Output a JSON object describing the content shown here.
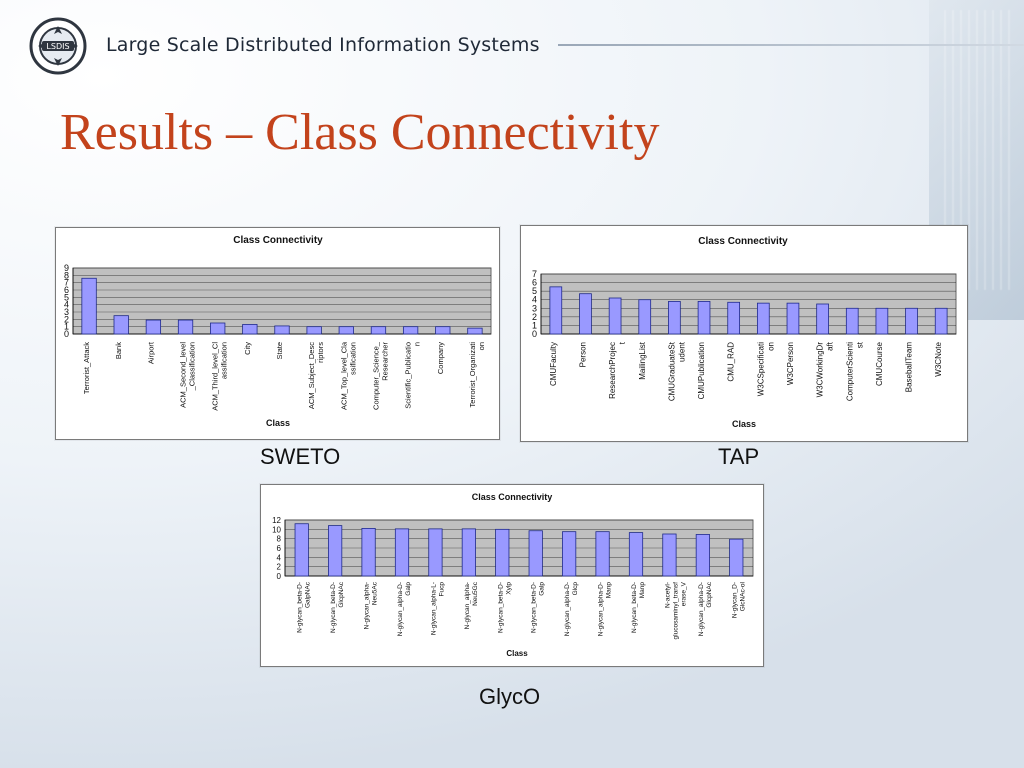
{
  "header": {
    "brand_title": "Large Scale Distributed Information Systems",
    "logo_text": "LSDIS"
  },
  "page_title": "Results – Class Connectivity",
  "captions": {
    "sweto": "SWETO",
    "tap": "TAP",
    "glyco": "GlycO"
  },
  "chart_data": [
    {
      "id": "sweto",
      "type": "bar",
      "title": "Class Connectivity",
      "xlabel": "Class",
      "ylabel": "",
      "ylim": [
        0,
        9
      ],
      "yticks": [
        0,
        1,
        2,
        3,
        4,
        5,
        6,
        7,
        8,
        9
      ],
      "categories_lines": [
        [
          "Terrorist_Attack"
        ],
        [
          "Bank"
        ],
        [
          "Airport"
        ],
        [
          "ACM_Second_level",
          "_Classification"
        ],
        [
          "ACM_Third_level_Cl",
          "assification"
        ],
        [
          "City"
        ],
        [
          "State"
        ],
        [
          "ACM_Subject_Desc",
          "riptors"
        ],
        [
          "ACM_Top_level_Cla",
          "ssification"
        ],
        [
          "Computer_Science_",
          "Researcher"
        ],
        [
          "Scientific_Publicatio",
          "n"
        ],
        [
          "Company"
        ],
        [
          "Terrorist_Organizati",
          "on"
        ]
      ],
      "values": [
        7.6,
        2.5,
        1.9,
        1.9,
        1.5,
        1.3,
        1.1,
        1.0,
        1.0,
        1.0,
        1.0,
        1.0,
        0.8
      ],
      "bar_color": "#9999ff",
      "plot_bg": "#c0c0c0"
    },
    {
      "id": "tap",
      "type": "bar",
      "title": "Class Connectivity",
      "xlabel": "Class",
      "ylabel": "",
      "ylim": [
        0,
        7
      ],
      "yticks": [
        0,
        1,
        2,
        3,
        4,
        5,
        6,
        7
      ],
      "categories_lines": [
        [
          "CMUFaculty"
        ],
        [
          "Person"
        ],
        [
          "ResearchProjec",
          "t"
        ],
        [
          "MailingList"
        ],
        [
          "CMUGraduateSt",
          "udent"
        ],
        [
          "CMUPublication"
        ],
        [
          "CMU_RAD"
        ],
        [
          "W3CSpecificati",
          "on"
        ],
        [
          "W3CPerson"
        ],
        [
          "W3CWorkingDr",
          "aft"
        ],
        [
          "ComputerScienti",
          "st"
        ],
        [
          "CMUCourse"
        ],
        [
          "BaseballTeam"
        ],
        [
          "W3CNote"
        ]
      ],
      "values": [
        5.5,
        4.7,
        4.2,
        4.0,
        3.8,
        3.8,
        3.7,
        3.6,
        3.6,
        3.5,
        3.0,
        3.0,
        3.0,
        3.0
      ],
      "bar_color": "#9999ff",
      "plot_bg": "#c0c0c0"
    },
    {
      "id": "glyco",
      "type": "bar",
      "title": "Class Connectivity",
      "xlabel": "Class",
      "ylabel": "",
      "ylim": [
        0,
        12
      ],
      "yticks": [
        0,
        2,
        4,
        6,
        8,
        10,
        12
      ],
      "categories_lines": [
        [
          "N-glycan_beta-D-",
          "GalpNAc"
        ],
        [
          "N-glycan_beta-D-",
          "GlcpNAc"
        ],
        [
          "N-glycan_alpha-",
          "Neu5Ac"
        ],
        [
          "N-glycan_alpha-D-",
          "Galp"
        ],
        [
          "N-glycan_alpha-L-",
          "Fucp"
        ],
        [
          "N-glycan_alpha-",
          "Neu5Gc"
        ],
        [
          "N-glycan_beta-D-",
          "Xylp"
        ],
        [
          "N-glycan_beta-D-",
          "Galp"
        ],
        [
          "N-glycan_alpha-D-",
          "Glcp"
        ],
        [
          "N-glycan_alpha-D-",
          "Manp"
        ],
        [
          "N-glycan_beta-D-",
          "Manp"
        ],
        [
          "N-acetyl-",
          "glucosaminyl_transf",
          "erase_V"
        ],
        [
          "N-glycan_alpha-D-",
          "GlcpNAc"
        ],
        [
          "N-glycan_D-",
          "GlcNAc-ol"
        ]
      ],
      "values": [
        11.2,
        10.8,
        10.2,
        10.1,
        10.1,
        10.1,
        10.0,
        9.7,
        9.5,
        9.5,
        9.3,
        9.0,
        8.9,
        7.9
      ],
      "bar_color": "#9999ff",
      "plot_bg": "#c0c0c0"
    }
  ]
}
